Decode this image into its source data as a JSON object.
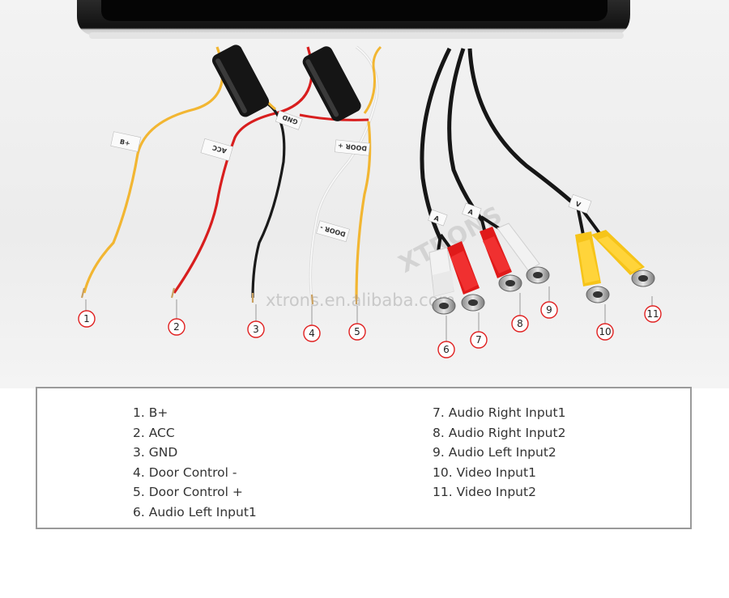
{
  "watermark": {
    "brand": "XTRONS",
    "url": "xtrons.en.alibaba.com"
  },
  "wire_tags": {
    "b_plus": "B+",
    "acc": "ACC",
    "gnd": "GND",
    "door_plus": "DOOR +",
    "door_minus": "DOOR -",
    "audio_tag": "A",
    "video_tag": "V"
  },
  "callouts": [
    "1",
    "2",
    "3",
    "4",
    "5",
    "6",
    "7",
    "8",
    "9",
    "10",
    "11"
  ],
  "legend": {
    "left": [
      "1. B+",
      "2. ACC",
      "3. GND",
      "4. Door Control -",
      "5. Door Control +",
      "6. Audio Left Input1"
    ],
    "right": [
      "7. Audio Right Input1",
      "8. Audio Right Input2",
      "9. Audio Left Input2",
      "10. Video Input1",
      "11. Video Input2"
    ]
  },
  "colors": {
    "yellow_wire": "#f2b632",
    "red_wire": "#d81e1e",
    "black_wire": "#1a1a1a",
    "white_wire": "#f4f4f4",
    "rca_red": "#e01a1a",
    "rca_white": "#f2f2f2",
    "rca_yellow": "#f6c419",
    "callout_circle": "#e02020"
  }
}
